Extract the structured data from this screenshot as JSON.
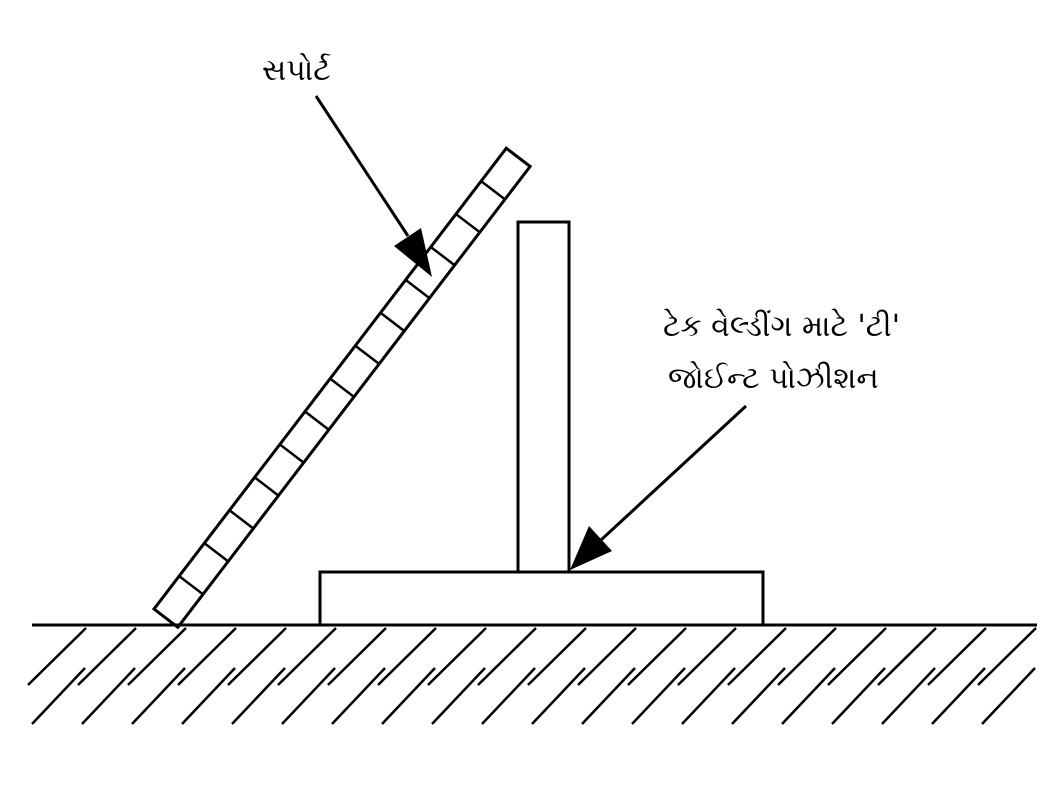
{
  "labels": {
    "support": "સપોર્ટ",
    "tack_line1": "ટેક વેલ્ડીંગ માટે 'ટી'",
    "tack_line2": "જોઈન્ટ પોઝીશન"
  },
  "colors": {
    "stroke": "#000000",
    "background": "#ffffff"
  }
}
